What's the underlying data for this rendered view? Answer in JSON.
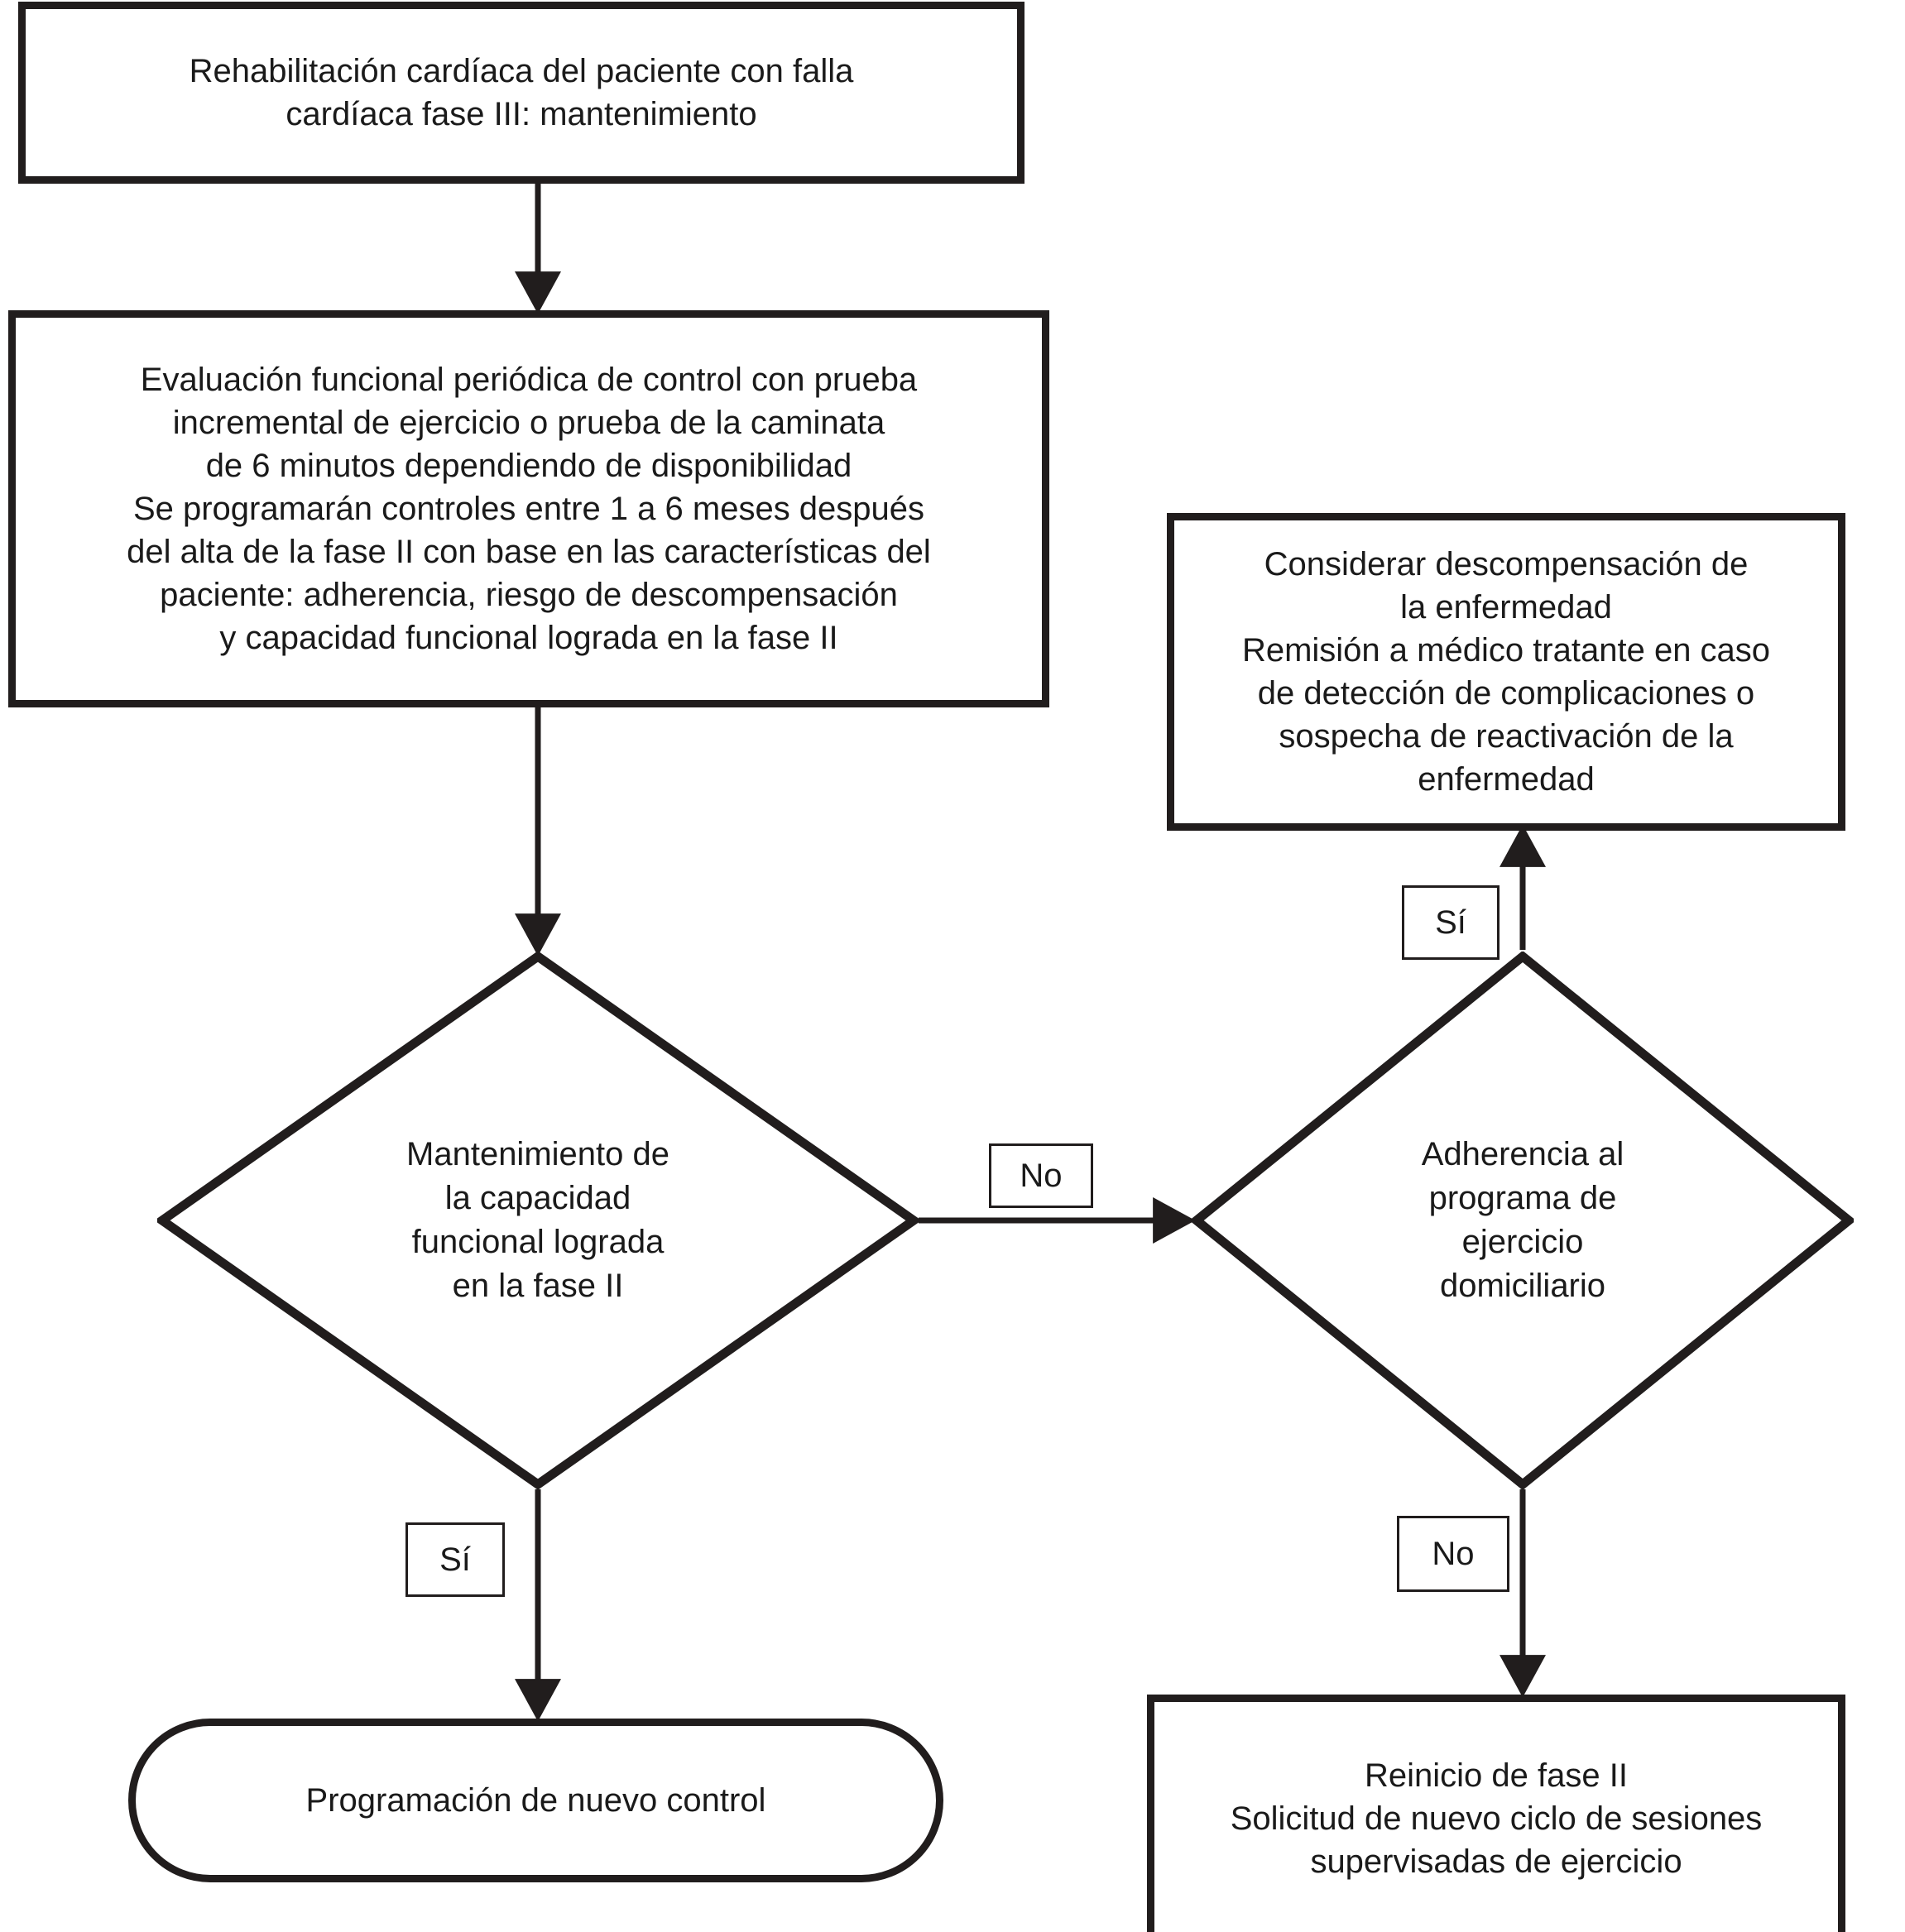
{
  "diagram": {
    "type": "flowchart",
    "language": "es",
    "nodes": {
      "title_box": {
        "shape": "process",
        "text": "Rehabilitación cardíaca del paciente con falla\ncardíaca fase III: mantenimiento"
      },
      "evaluation_box": {
        "shape": "process",
        "text": "Evaluación funcional periódica de control con prueba\nincremental de ejercicio o prueba de la caminata\nde 6 minutos dependiendo de disponibilidad\nSe programarán controles entre 1 a 6 meses después\ndel alta de la fase II con base en las características del\npaciente: adherencia, riesgo de descompensación\ny capacidad funcional lograda en la fase II"
      },
      "decompensation_box": {
        "shape": "process",
        "text": "Considerar descompensación de\nla enfermedad\nRemisión a médico tratante en caso\nde detección de complicaciones  o\nsospecha de reactivación de la\nenfermedad"
      },
      "maintenance_decision": {
        "shape": "decision",
        "text": "Mantenimiento de\nla capacidad\nfuncional lograda\nen la fase II"
      },
      "adherence_decision": {
        "shape": "decision",
        "text": "Adherencia al\nprograma de\nejercicio\ndomiciliario"
      },
      "new_control_terminal": {
        "shape": "terminator",
        "text": "Programación de nuevo control"
      },
      "restart_phase2_box": {
        "shape": "process",
        "text": "Reinicio de fase II\nSolicitud de nuevo ciclo de sesiones\nsupervisadas de ejercicio"
      }
    },
    "edge_labels": {
      "maintenance_no": "No",
      "maintenance_yes": "Sí",
      "adherence_yes": "Sí",
      "adherence_no": "No"
    },
    "colors": {
      "stroke": "#211d1d",
      "text": "#1a1a1a",
      "background": "#ffffff"
    }
  }
}
